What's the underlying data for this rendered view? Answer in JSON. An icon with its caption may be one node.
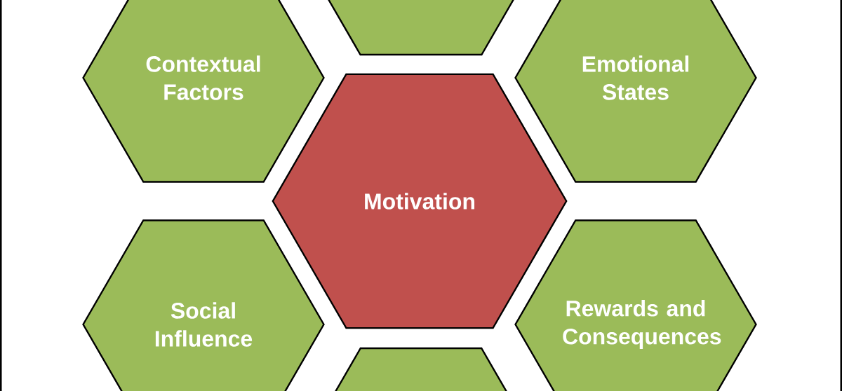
{
  "diagram": {
    "nodes": [
      {
        "text": [],
        "shape": "hexagon"
      },
      {
        "text": [
          "Contextual Factors"
        ]
      },
      {
        "text": [
          "Emotional States"
        ]
      },
      {
        "text": [
          "Motivation"
        ]
      },
      {
        "text": [
          "Social Influence"
        ]
      },
      {
        "text": [
          "Rewards and Consequences"
        ]
      },
      {
        "text": [],
        "shape": "hexagon"
      }
    ]
  }
}
